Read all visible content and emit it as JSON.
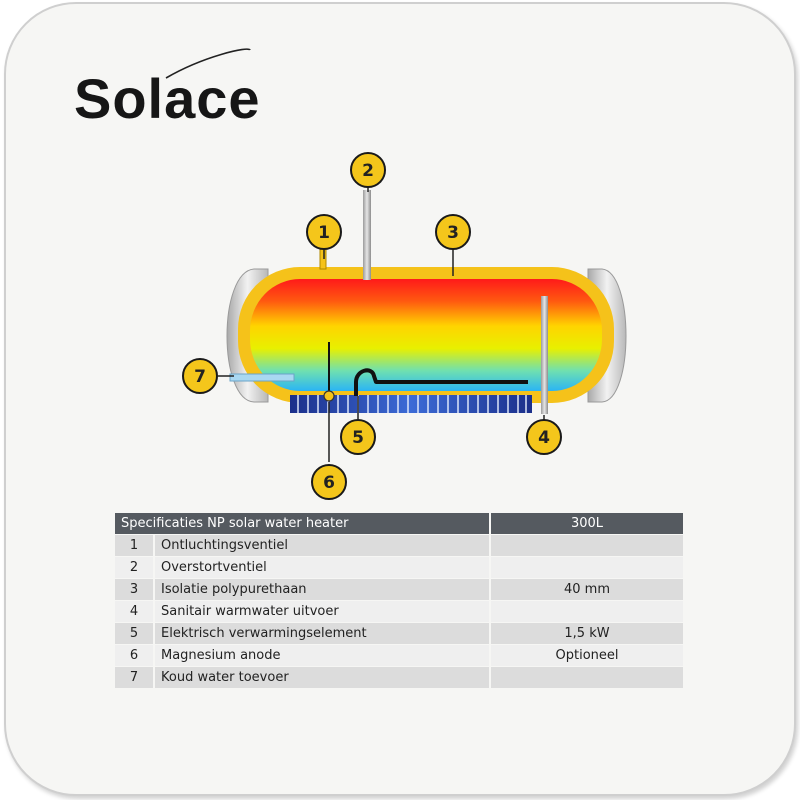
{
  "brand": {
    "name": "Solace"
  },
  "callouts": [
    "1",
    "2",
    "3",
    "4",
    "5",
    "6",
    "7"
  ],
  "colors": {
    "callout_fill": "#f4c61b",
    "header_bg": "#555a60",
    "tank_shell": "#c9c9c9",
    "insulation": "#f5c21a",
    "heater_blue": "#1e3fa8"
  },
  "table": {
    "header": {
      "label": "Specificaties NP solar water heater",
      "value": "300L"
    },
    "rows": [
      {
        "num": "1",
        "label": "Ontluchtingsventiel",
        "value": ""
      },
      {
        "num": "2",
        "label": "Overstortventiel",
        "value": ""
      },
      {
        "num": "3",
        "label": "Isolatie polypurethaan",
        "value": "40 mm"
      },
      {
        "num": "4",
        "label": "Sanitair warmwater uitvoer",
        "value": ""
      },
      {
        "num": "5",
        "label": "Elektrisch verwarmingselement",
        "value": "1,5 kW"
      },
      {
        "num": "6",
        "label": "Magnesium anode",
        "value": "Optioneel"
      },
      {
        "num": "7",
        "label": "Koud water toevoer",
        "value": ""
      }
    ]
  }
}
